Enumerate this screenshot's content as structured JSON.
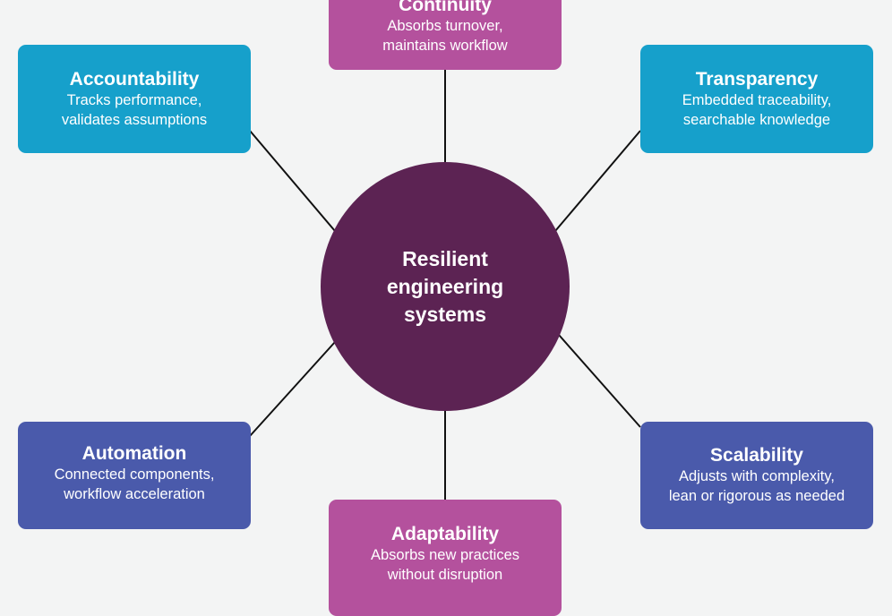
{
  "colors": {
    "background": "#f3f4f4",
    "hub": "#5c2353",
    "teal": "#16a0cb",
    "indigo": "#4a5aab",
    "magenta": "#b4519d",
    "connector": "#111111"
  },
  "hub": {
    "label": "Resilient engineering systems"
  },
  "nodes": [
    {
      "id": "continuity",
      "title": "Continuity",
      "desc_line1": "Absorbs turnover,",
      "desc_line2": "maintains workflow"
    },
    {
      "id": "accountability",
      "title": "Accountability",
      "desc_line1": "Tracks performance,",
      "desc_line2": "validates assumptions"
    },
    {
      "id": "transparency",
      "title": "Transparency",
      "desc_line1": "Embedded traceability,",
      "desc_line2": "searchable knowledge"
    },
    {
      "id": "automation",
      "title": "Automation",
      "desc_line1": "Connected components,",
      "desc_line2": "workflow acceleration"
    },
    {
      "id": "scalability",
      "title": "Scalability",
      "desc_line1": "Adjusts with complexity,",
      "desc_line2": "lean or rigorous as needed"
    },
    {
      "id": "adaptability",
      "title": "Adaptability",
      "desc_line1": "Absorbs new practices",
      "desc_line2": "without disruption"
    }
  ]
}
